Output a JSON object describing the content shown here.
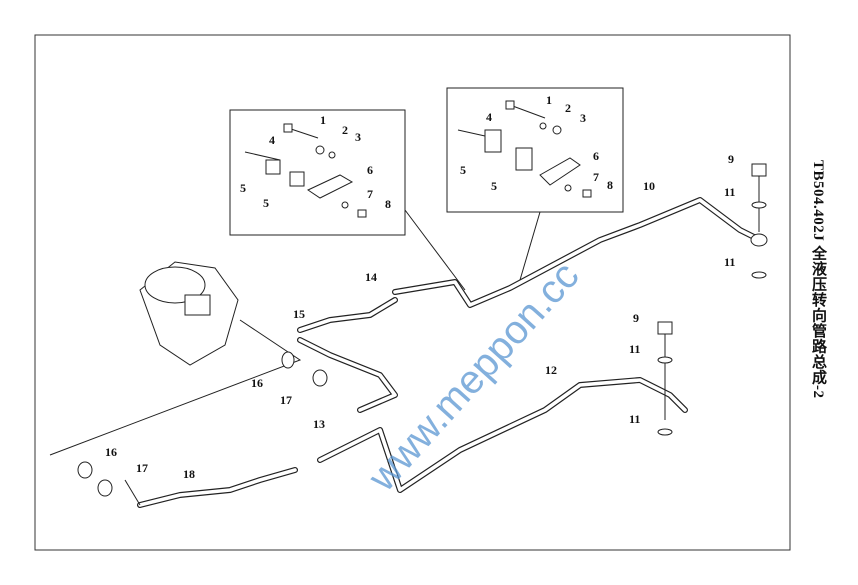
{
  "title": "TB504.402J  全液压转向管路总成-2",
  "watermark": "www.meppon.cc",
  "inset1_labels": [
    "1",
    "2",
    "3",
    "4",
    "5",
    "5",
    "6",
    "7",
    "8"
  ],
  "inset2_labels": [
    "1",
    "2",
    "3",
    "4",
    "5",
    "5",
    "6",
    "7",
    "8"
  ],
  "main_labels": [
    "9",
    "10",
    "11",
    "11",
    "14",
    "15",
    "16",
    "17",
    "13",
    "12",
    "9",
    "11",
    "11",
    "16",
    "17",
    "18"
  ]
}
